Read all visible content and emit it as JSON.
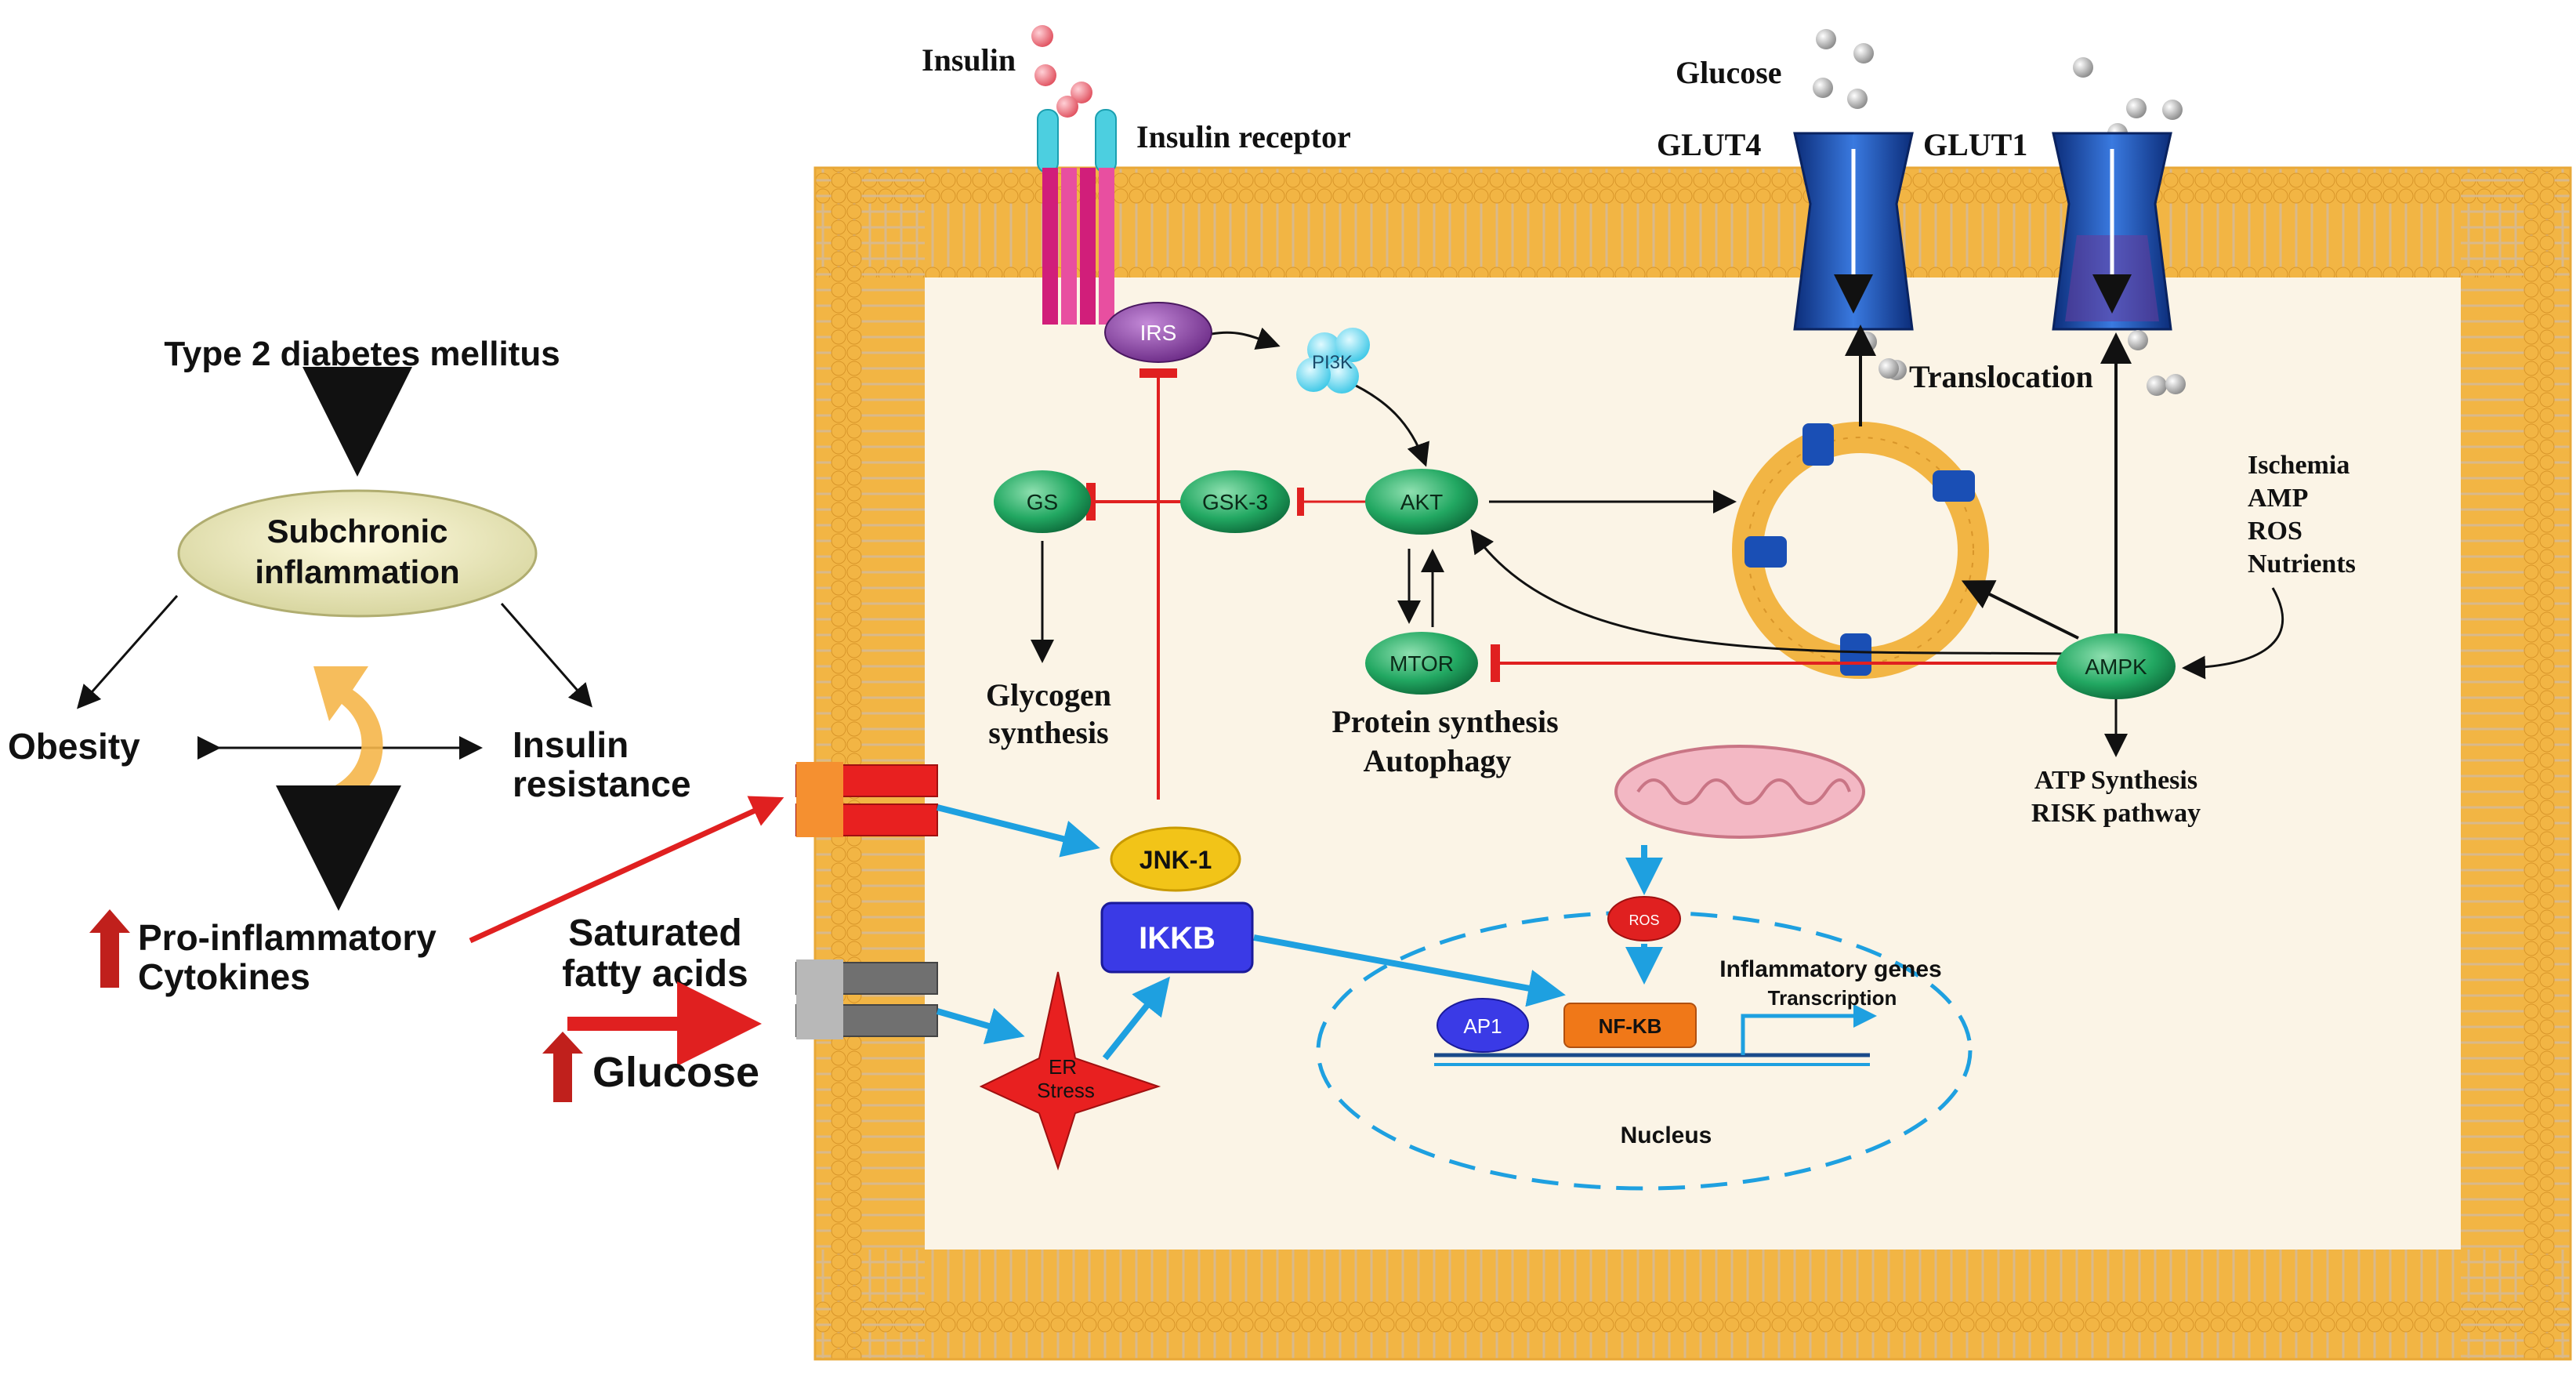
{
  "left_panel": {
    "disease": "Type 2 diabetes mellitus",
    "inflammation_line1": "Subchronic",
    "inflammation_line2": "inflammation",
    "obesity": "Obesity",
    "insulin_resistance_line1": "Insulin",
    "insulin_resistance_line2": "resistance",
    "cytokines_line1": "Pro-inflammatory",
    "cytokines_line2": "Cytokines",
    "sfa_line1": "Saturated",
    "sfa_line2": "fatty acids",
    "glucose": "Glucose"
  },
  "top": {
    "insulin": "Insulin",
    "insulin_receptor": "Insulin receptor",
    "glucose": "Glucose",
    "glut4": "GLUT4",
    "glut1": "GLUT1",
    "translocation": "Translocation"
  },
  "nodes": {
    "irs": "IRS",
    "pi3k": "PI3K",
    "gs": "GS",
    "gsk3": "GSK-3",
    "akt": "AKT",
    "mtor": "MTOR",
    "ampk": "AMPK",
    "jnk1": "JNK-1",
    "ikkb": "IKKB",
    "er_line1": "ER",
    "er_line2": "Stress",
    "ros": "ROS",
    "ap1": "AP1",
    "nfkb": "NF-KB"
  },
  "labels": {
    "glycogen_line1": "Glycogen",
    "glycogen_line2": "synthesis",
    "protein_line1": "Protein synthesis",
    "protein_line2": "Autophagy",
    "stress_1": "Ischemia",
    "stress_2": "AMP",
    "stress_3": "ROS",
    "stress_4": "Nutrients",
    "atp_line1": "ATP Synthesis",
    "atp_line2": "RISK pathway",
    "inflam_genes": "Inflammatory genes",
    "transcription": "Transcription",
    "nucleus": "Nucleus"
  },
  "colors": {
    "membrane": "#f2b544",
    "cytoplasm": "#fbf4e6",
    "inhibition": "#e02020",
    "activation_blue": "#1ea0e0",
    "node_green": "#1e9e5a",
    "receptor": "#d11e7a",
    "glut": "#1a4fb5"
  }
}
